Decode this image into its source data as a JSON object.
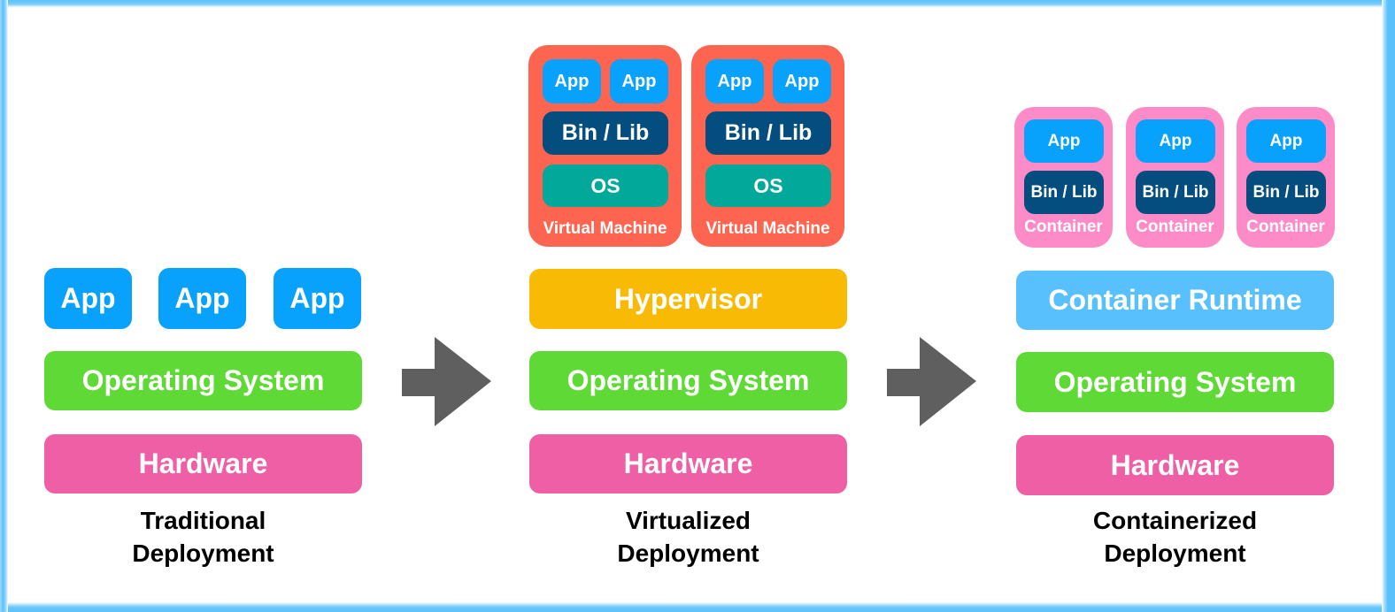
{
  "colors": {
    "frame": "#5bc1fb",
    "app": "#08a1fb",
    "operating_system": "#5fd935",
    "hardware": "#ef5fa6",
    "hypervisor": "#f8ba05",
    "container_runtime": "#58c0fd",
    "bin_lib": "#034d7f",
    "guest_os": "#02a99b",
    "virtual_machine": "#fd6550",
    "container": "#fd8bc8",
    "arrow": "#5f5f5f"
  },
  "traditional": {
    "apps": [
      "App",
      "App",
      "App"
    ],
    "os": "Operating System",
    "hardware": "Hardware",
    "caption_line1": "Traditional",
    "caption_line2": "Deployment"
  },
  "virtualized": {
    "vms": [
      {
        "apps": [
          "App",
          "App"
        ],
        "bin_lib": "Bin / Lib",
        "os": "OS",
        "label": "Virtual Machine"
      },
      {
        "apps": [
          "App",
          "App"
        ],
        "bin_lib": "Bin / Lib",
        "os": "OS",
        "label": "Virtual Machine"
      }
    ],
    "hypervisor": "Hypervisor",
    "os": "Operating System",
    "hardware": "Hardware",
    "caption_line1": "Virtualized",
    "caption_line2": "Deployment"
  },
  "containerized": {
    "containers": [
      {
        "app": "App",
        "bin_lib": "Bin / Lib",
        "label": "Container"
      },
      {
        "app": "App",
        "bin_lib": "Bin / Lib",
        "label": "Container"
      },
      {
        "app": "App",
        "bin_lib": "Bin / Lib",
        "label": "Container"
      }
    ],
    "runtime": "Container Runtime",
    "os": "Operating System",
    "hardware": "Hardware",
    "caption_line1": "Containerized",
    "caption_line2": "Deployment"
  },
  "arrows": [
    {
      "direction": "right",
      "icon": "arrow-right-icon"
    },
    {
      "direction": "right",
      "icon": "arrow-right-icon"
    }
  ]
}
